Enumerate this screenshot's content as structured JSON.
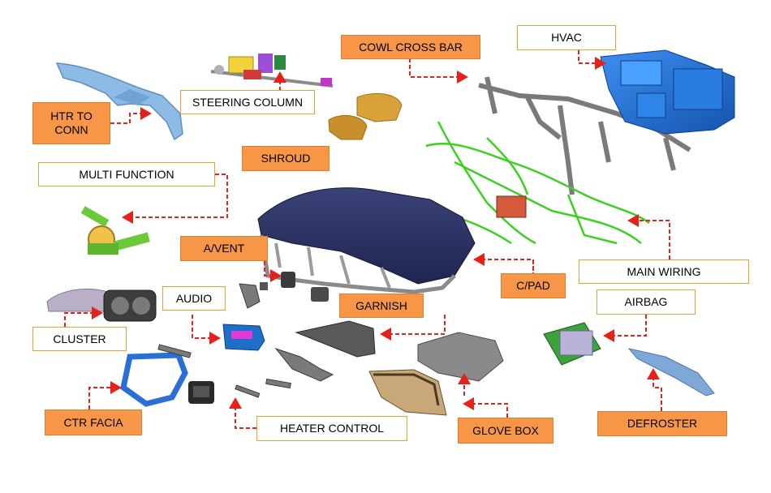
{
  "diagram": {
    "labels": {
      "htr_to_conn": "HTR TO\nCONN",
      "steering_column": "STEERING COLUMN",
      "cowl_cross_bar": "COWL CROSS BAR",
      "hvac": "HVAC",
      "shroud": "SHROUD",
      "multi_function": "MULTI FUNCTION",
      "a_vent": "A/VENT",
      "c_pad": "C/PAD",
      "main_wiring": "MAIN WIRING",
      "audio": "AUDIO",
      "garnish": "GARNISH",
      "airbag": "AIRBAG",
      "cluster": "CLUSTER",
      "ctr_facia": "CTR FACIA",
      "heater_control": "HEATER CONTROL",
      "glove_box": "GLOVE BOX",
      "defroster": "DEFROSTER"
    },
    "colors": {
      "orange_label": "#f79646",
      "white_label_border": "#f0a030",
      "arrow": "#e8201a",
      "crash_pad": "#2a3160",
      "hvac": "#1e6fd8",
      "wiring": "#3ad21e",
      "heater_duct": "#7fb3e0",
      "shroud": "#d9a13a"
    }
  }
}
